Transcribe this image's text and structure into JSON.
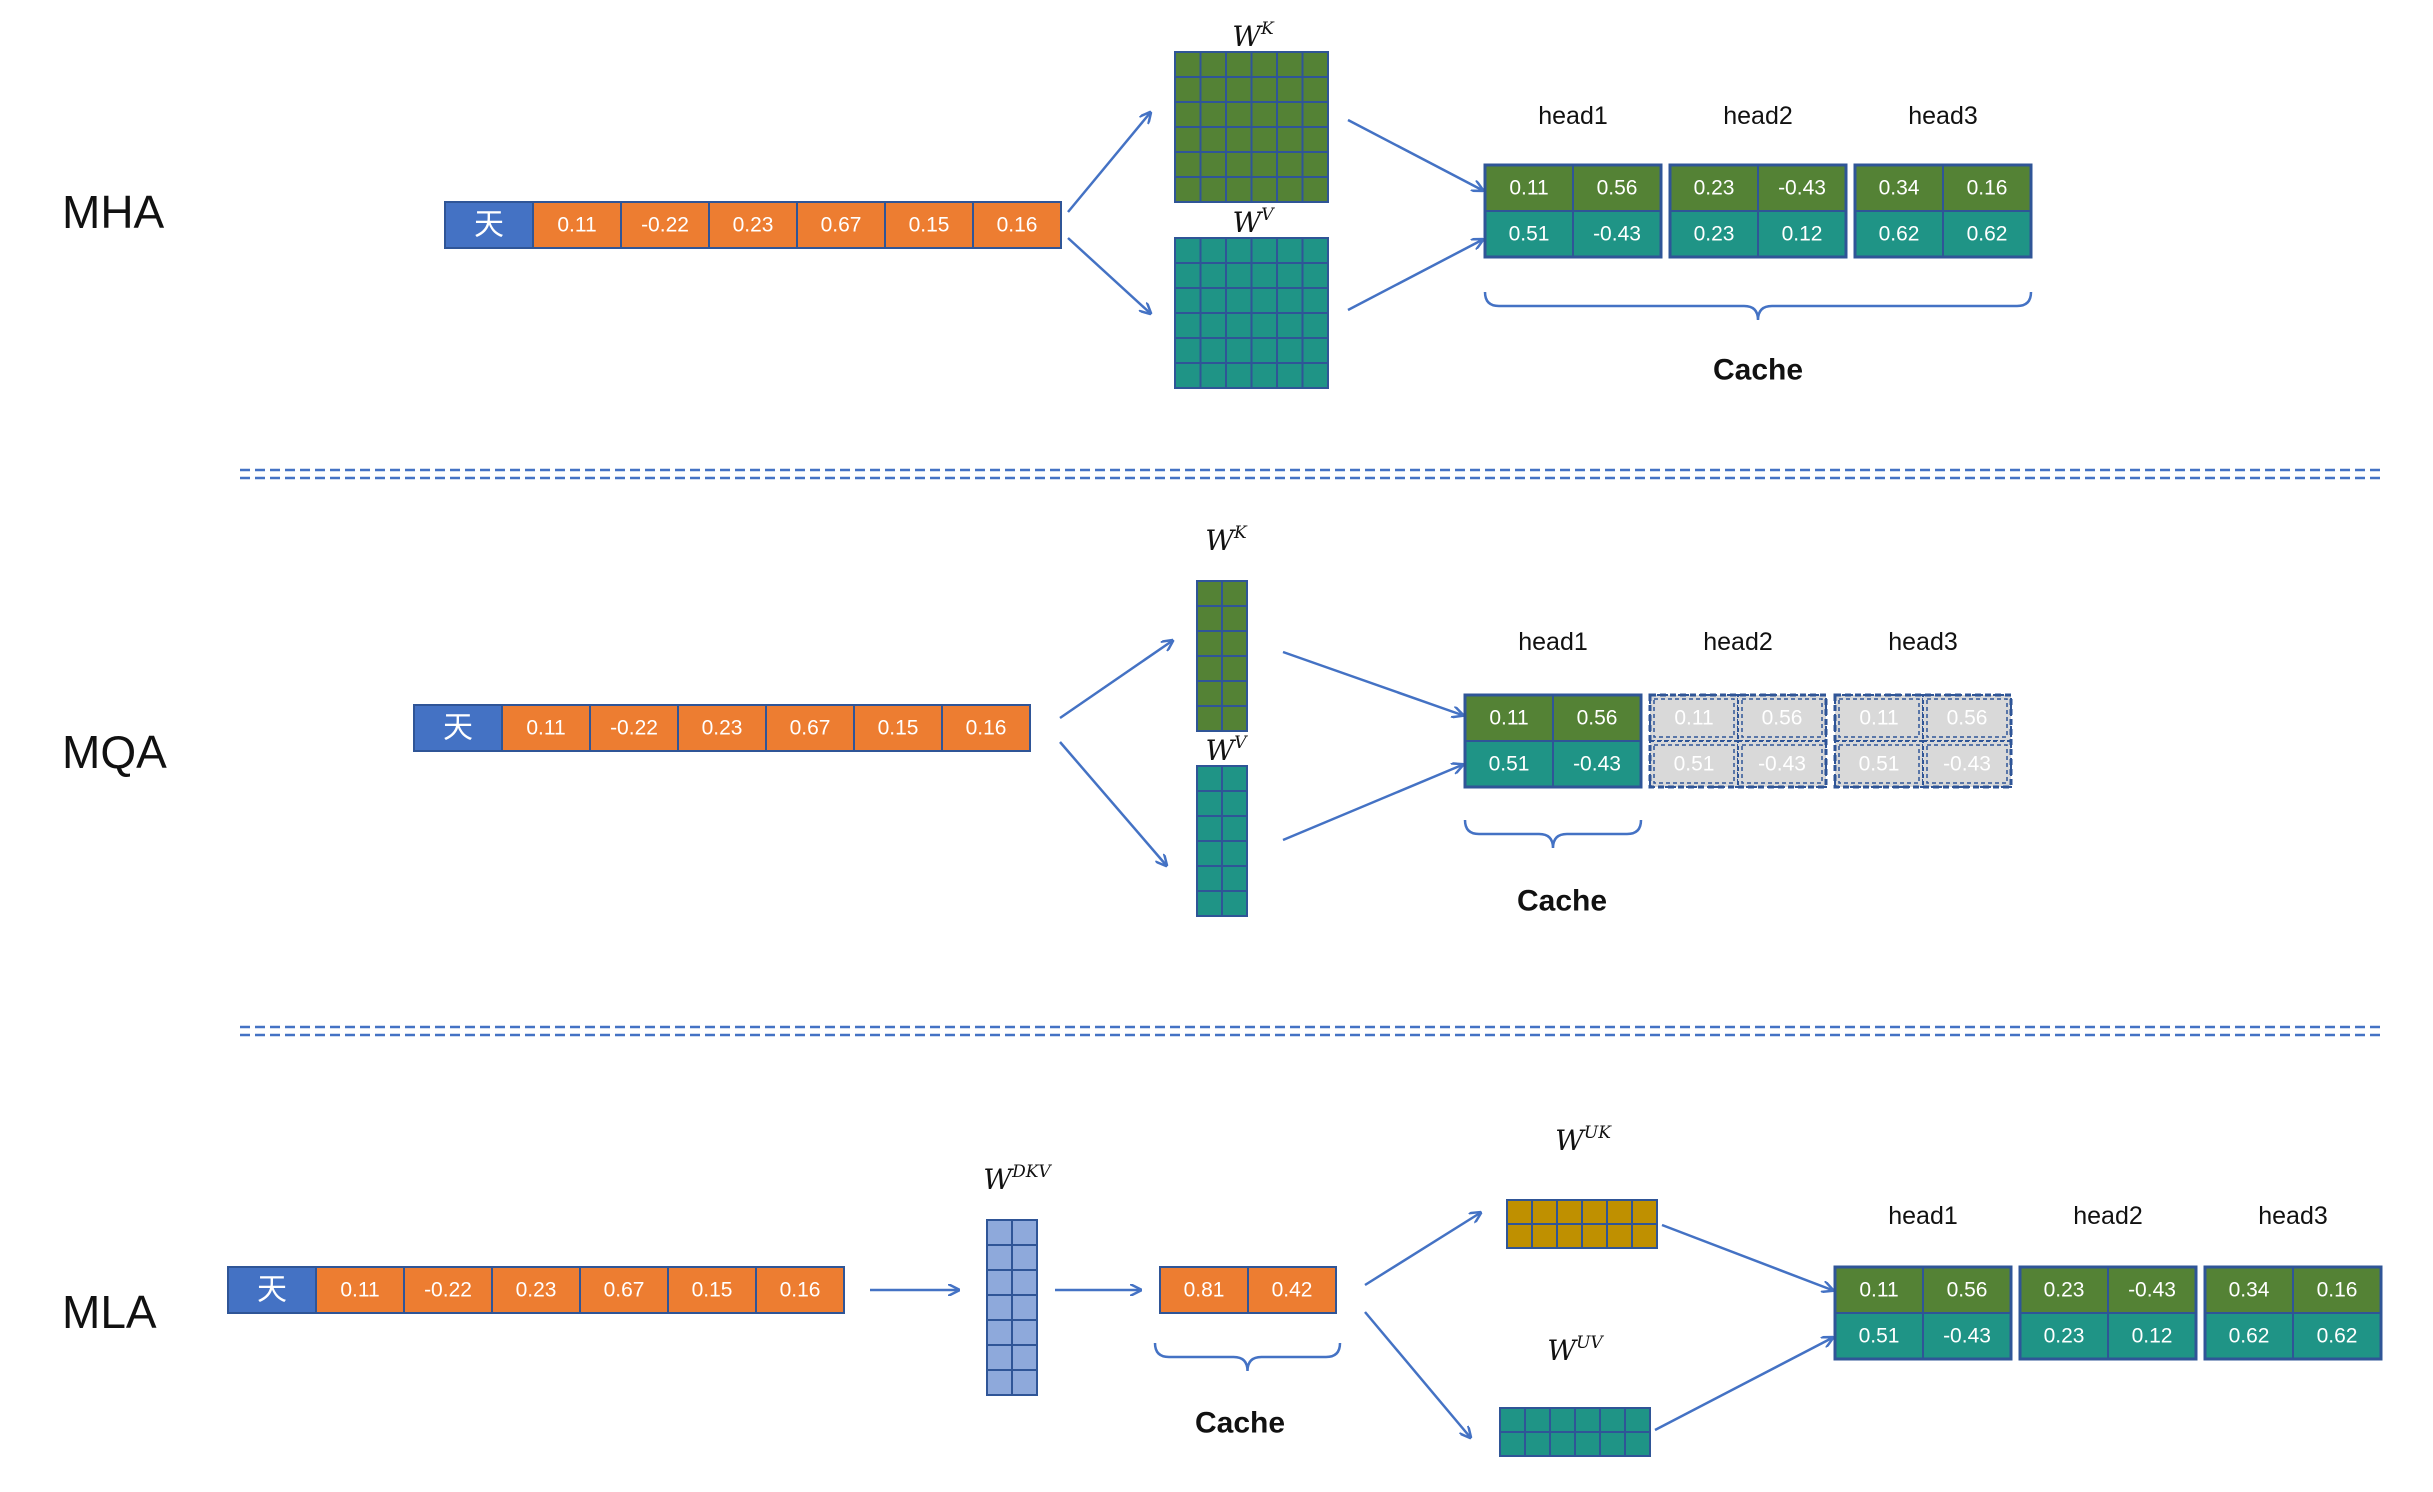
{
  "colors": {
    "orange": "#ED7D31",
    "blue_char": "#4472C4",
    "green_k": "#548235",
    "teal_v": "#1F9486",
    "gold": "#BF9000",
    "light_blue": "#8EA9DB",
    "ghost": "#D9D9D9",
    "border": "#2F5597",
    "arrow": "#4472C4"
  },
  "sections": {
    "mha": {
      "label": "MHA",
      "char": "天",
      "embedding": [
        "0.11",
        "-0.22",
        "0.23",
        "0.67",
        "0.15",
        "0.16"
      ],
      "wk_label": "W",
      "wk_sup": "K",
      "wv_label": "W",
      "wv_sup": "V",
      "heads": [
        {
          "name": "head1",
          "k": [
            "0.11",
            "0.56"
          ],
          "v": [
            "0.51",
            "-0.43"
          ]
        },
        {
          "name": "head2",
          "k": [
            "0.23",
            "-0.43"
          ],
          "v": [
            "0.23",
            "0.12"
          ]
        },
        {
          "name": "head3",
          "k": [
            "0.34",
            "0.16"
          ],
          "v": [
            "0.62",
            "0.62"
          ]
        }
      ],
      "cache_label": "Cache"
    },
    "mqa": {
      "label": "MQA",
      "char": "天",
      "embedding": [
        "0.11",
        "-0.22",
        "0.23",
        "0.67",
        "0.15",
        "0.16"
      ],
      "wk_label": "W",
      "wk_sup": "K",
      "wv_label": "W",
      "wv_sup": "V",
      "heads": [
        {
          "name": "head1",
          "k": [
            "0.11",
            "0.56"
          ],
          "v": [
            "0.51",
            "-0.43"
          ]
        },
        {
          "name": "head2",
          "k": [
            "0.11",
            "0.56"
          ],
          "v": [
            "0.51",
            "-0.43"
          ]
        },
        {
          "name": "head3",
          "k": [
            "0.11",
            "0.56"
          ],
          "v": [
            "0.51",
            "-0.43"
          ]
        }
      ],
      "cache_label": "Cache"
    },
    "mla": {
      "label": "MLA",
      "char": "天",
      "embedding": [
        "0.11",
        "-0.22",
        "0.23",
        "0.67",
        "0.15",
        "0.16"
      ],
      "wdkv_label": "W",
      "wdkv_sup": "DKV",
      "latent": [
        "0.81",
        "0.42"
      ],
      "cache_label": "Cache",
      "wuk_label": "W",
      "wuk_sup": "UK",
      "wuv_label": "W",
      "wuv_sup": "UV",
      "heads": [
        {
          "name": "head1",
          "k": [
            "0.11",
            "0.56"
          ],
          "v": [
            "0.51",
            "-0.43"
          ]
        },
        {
          "name": "head2",
          "k": [
            "0.23",
            "-0.43"
          ],
          "v": [
            "0.23",
            "0.12"
          ]
        },
        {
          "name": "head3",
          "k": [
            "0.34",
            "0.16"
          ],
          "v": [
            "0.62",
            "0.62"
          ]
        }
      ]
    }
  }
}
